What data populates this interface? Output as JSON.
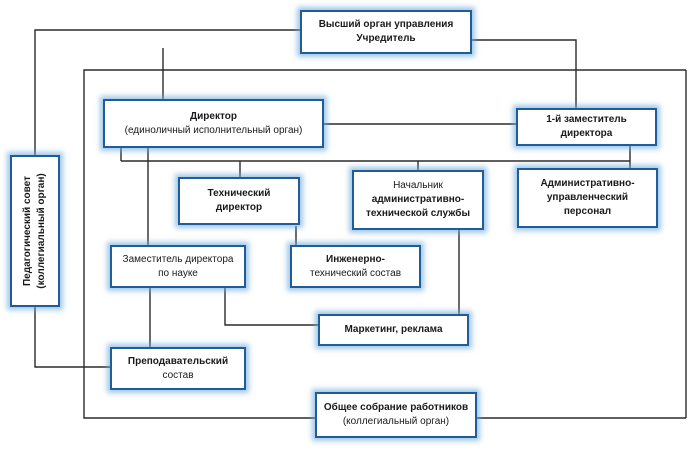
{
  "diagram": {
    "nodes": {
      "founder": {
        "line1": "Высший орган управления",
        "line2": "Учредитель"
      },
      "director": {
        "line1": "Директор",
        "line2": "(единоличный исполнительный орган)"
      },
      "first_deputy": {
        "line1": "1-й заместитель",
        "line2": "директора"
      },
      "ped_council": {
        "line1": "Педагогический совет",
        "line2": "(коллегиальный орган)"
      },
      "tech_director": {
        "line1": "Технический",
        "line2": "директор"
      },
      "admin_tech_head": {
        "line1": "Начальник",
        "line2": "административно-",
        "line3": "технической службы"
      },
      "admin_staff": {
        "line1": "Административно-",
        "line2": "управленческий",
        "line3": "персонал"
      },
      "science_deputy": {
        "line1": "Заместитель директора",
        "line2": "по науке"
      },
      "engineering_staff": {
        "line1": "Инженерно-",
        "line2": "технический состав"
      },
      "marketing": {
        "line1": "Маркетинг, реклама"
      },
      "teaching_staff": {
        "line1": "Преподавательский",
        "line2": "состав"
      },
      "general_meeting": {
        "line1": "Общее собрание работников",
        "line2": "(коллегиальный орган)"
      }
    },
    "colors": {
      "box_border": "#1f5c99",
      "box_glow": "#6eaadc",
      "line": "#2b2b2b"
    }
  }
}
